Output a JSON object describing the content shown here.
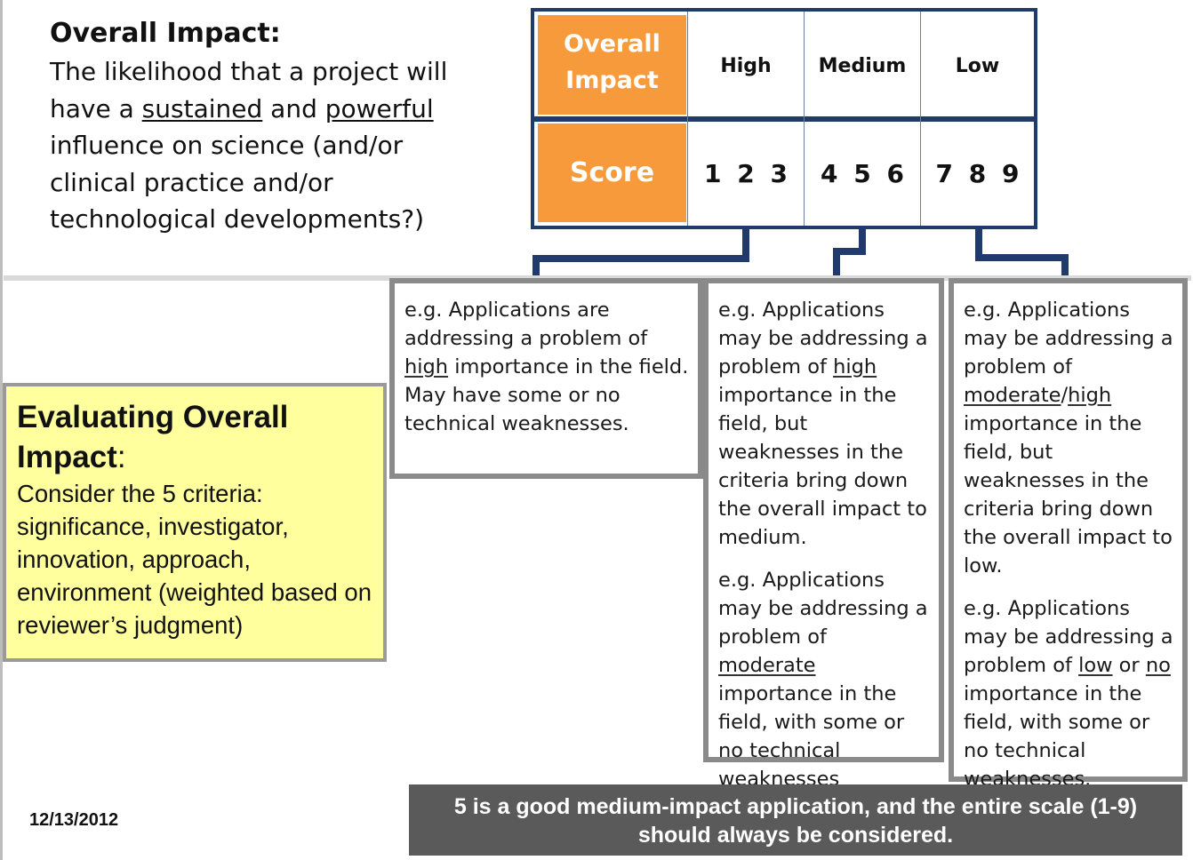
{
  "overall": {
    "title": "Overall Impact:",
    "desc_1": "The likelihood that a project will have a ",
    "desc_sustained": "sustained",
    "desc_2": " and ",
    "desc_powerful": "powerful",
    "desc_3": " influence on science (and/or clinical practice and/or technological developments?)"
  },
  "table": {
    "row_header_1_line1": "Overall",
    "row_header_1_line2": "Impact",
    "row_header_2": "Score",
    "columns": [
      "High",
      "Medium",
      "Low"
    ],
    "scores": [
      "1 2 3",
      "4 5 6",
      "7 8 9"
    ]
  },
  "high_box": {
    "p1_a": "e.g. Applications  are addressing a problem of ",
    "p1_u": "high",
    "p1_b": " importance in the field. May have some or no technical weaknesses."
  },
  "medium_box": {
    "p1_a": "e.g. Applications may be addressing a problem of ",
    "p1_u": "high",
    "p1_b": " importance in the field, but weaknesses in the criteria bring down the overall impact to medium.",
    "p2_a": "e.g. Applications may be addressing a problem of ",
    "p2_u": "moderate",
    "p2_b": " importance in the field,  with some or no technical weaknesses"
  },
  "low_box": {
    "p1_a": "e.g. Applications may be addressing a problem of ",
    "p1_u1": "moderate",
    "p1_slash": "/",
    "p1_u2": "high",
    "p1_b": " importance in the field, but weaknesses in the criteria bring down the overall impact to low.",
    "p2_a": "e.g. Applications may be addressing a problem of ",
    "p2_u1": "low",
    "p2_or": " or ",
    "p2_u2": "no",
    "p2_b": " importance in the field, with some or no technical weaknesses."
  },
  "evaluating": {
    "title": "Evaluating Overall Impact",
    "colon": ":",
    "body": "Consider the 5 criteria: significance, investigator, innovation, approach, environment (weighted based on reviewer’s judgment)"
  },
  "date": "12/13/2012",
  "banner": {
    "line1": "5 is a good medium-impact application, and the entire scale (1-9)",
    "line2": "should always be considered."
  },
  "colors": {
    "navy": "#1f3a6b",
    "orange": "#f79a3b",
    "yellow": "#ffff9d",
    "banner_gray": "#5a5a5a"
  }
}
